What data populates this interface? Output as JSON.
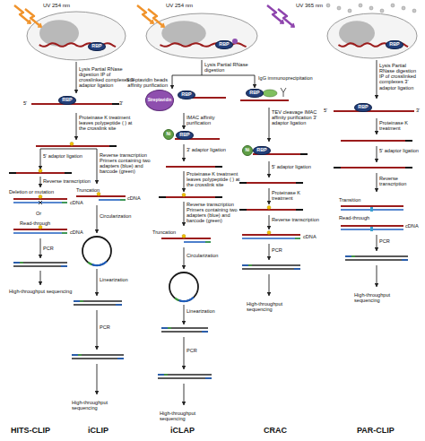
{
  "diagram": {
    "nodes": [
      {
        "text": [
          "RBP"
        ]
      },
      {
        "text": [
          "RBP"
        ]
      },
      {
        "text": [
          "RBP"
        ]
      },
      {
        "text": [
          "RBP"
        ]
      },
      {
        "text": [
          "Streptavidin"
        ]
      },
      {
        "text": [
          "RBP"
        ]
      },
      {
        "text": [
          "RBP"
        ]
      },
      {
        "text": [
          "RBP"
        ]
      },
      {
        "text": [
          "Ni"
        ]
      },
      {
        "text": [
          "RBP"
        ]
      },
      {
        "text": [
          "Ni"
        ]
      },
      {
        "text": [
          "RBP"
        ]
      }
    ],
    "labels": [
      "UV 254 nm",
      "UV 254 nm",
      "UV 365 nm",
      "Lysis Partial RNase digestion IP of crosslinked complexes 3' adaptor ligation",
      "5'",
      "3'",
      "Proteinase K treatment leaves polypeptide ( ) at the crosslink site",
      "5' adaptor ligation",
      "Reverse transcription",
      "Deletion or mutation",
      "cDNA",
      "Or",
      "Read-through",
      "cDNA",
      "PCR",
      "High-throughput sequencing",
      "Reverse transcription Primers containing two adapters (blue) and barcode (green)",
      "Truncation",
      "cDNA",
      "Circularization",
      "Linearization",
      "PCR",
      "High-throughput sequencing",
      "Lysis Partial RNase digestion",
      "Streptavidin beads affinity purification",
      "IgG immunoprecipitation",
      "IMAC affinity purification",
      "3' adaptor ligation",
      "Proteinase K treatment leaves polypeptide ( ) at the crosslink site",
      "Reverse transcription Primers containing two adapters (blue) and barcode (green)",
      "Truncation",
      "Circularization",
      "Linearization",
      "PCR",
      "High-throughput sequencing",
      "TEV cleavage IMAC affinity purification 3' adaptor ligation",
      "5' adaptor ligation",
      "Proteinase K treatment",
      "Reverse transcription",
      "cDNA",
      "PCR",
      "High-throughput sequencing",
      "Lysis Partial RNase digestion IP of crosslinked complexes 3' adaptor ligation",
      "5'",
      "3'",
      "Proteinase K treatment",
      "5' adaptor ligation",
      "Reverse transcription",
      "Transition",
      "Read-through",
      "cDNA",
      "PCR",
      "High-throughput sequencing",
      "HITS-CLIP",
      "iCLIP",
      "iCLAP",
      "CRAC",
      "PAR-CLIP"
    ]
  }
}
